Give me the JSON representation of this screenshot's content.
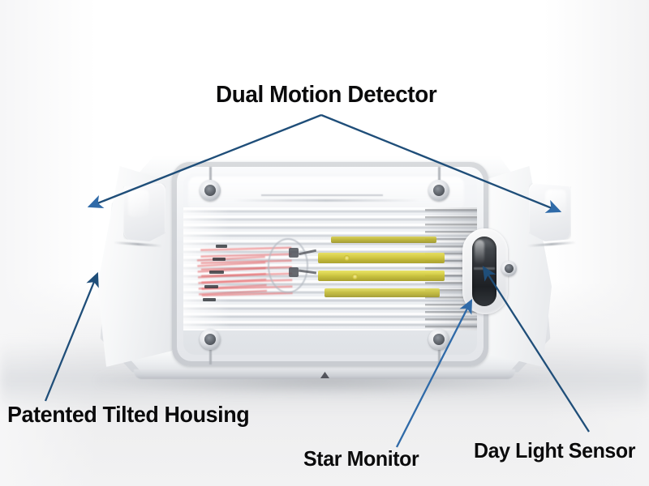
{
  "image": {
    "subject": "LED bulkhead light fixture with motion sensors",
    "background_color": "#ffffff"
  },
  "annotations": {
    "line_color": "#1f4e79",
    "line_color_light": "#2f6aa8",
    "text_color": "#0b0b0c",
    "labels": [
      {
        "id": "dual-motion-detector",
        "text": "Dual Motion Detector"
      },
      {
        "id": "patented-tilted-housing",
        "text": "Patented Tilted Housing"
      },
      {
        "id": "star-monitor",
        "text": "Star Monitor"
      },
      {
        "id": "day-light-sensor",
        "text": "Day Light Sensor"
      }
    ]
  },
  "fixture": {
    "body_color": "#f2f3f5",
    "frame_color": "#cfd2d6",
    "led_color": "#cfc53a",
    "sensor_color": "#2b2e33",
    "print_color": "#e9686a",
    "screw_count": 4
  }
}
